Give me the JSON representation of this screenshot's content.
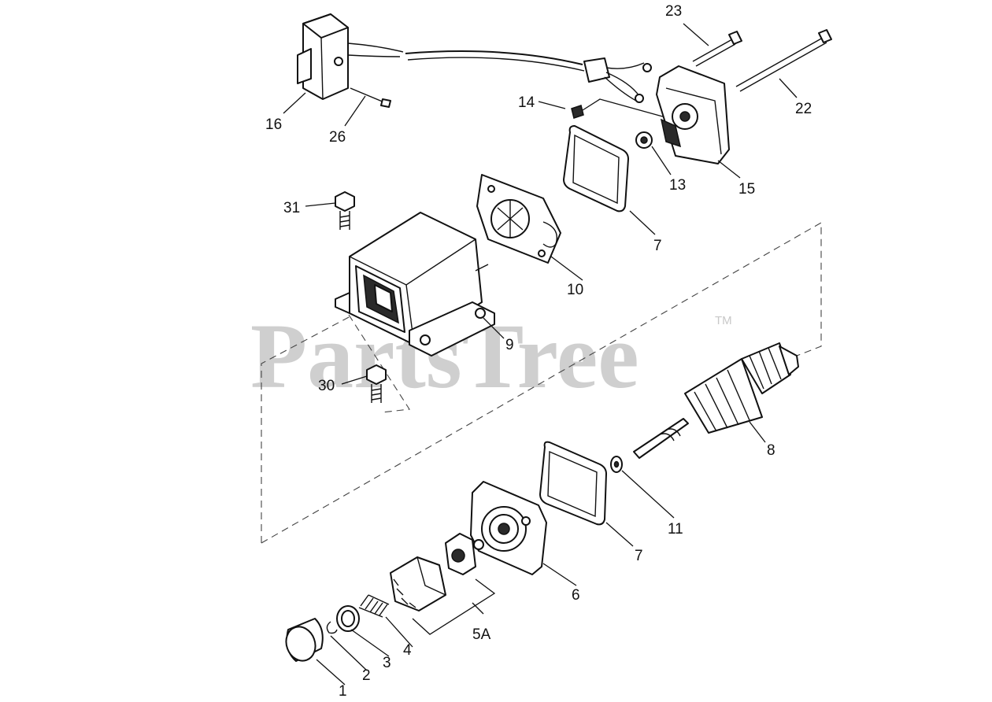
{
  "watermark": {
    "text": "PartsTree",
    "mark": "TM"
  },
  "callouts": {
    "c1": "1",
    "c2": "2",
    "c3": "3",
    "c4": "4",
    "c5a": "5A",
    "c6": "6",
    "c7a": "7",
    "c7b": "7",
    "c8": "8",
    "c9": "9",
    "c10": "10",
    "c11": "11",
    "c13": "13",
    "c14": "14",
    "c15": "15",
    "c16": "16",
    "c22": "22",
    "c23": "23",
    "c26": "26",
    "c30": "30",
    "c31": "31"
  }
}
